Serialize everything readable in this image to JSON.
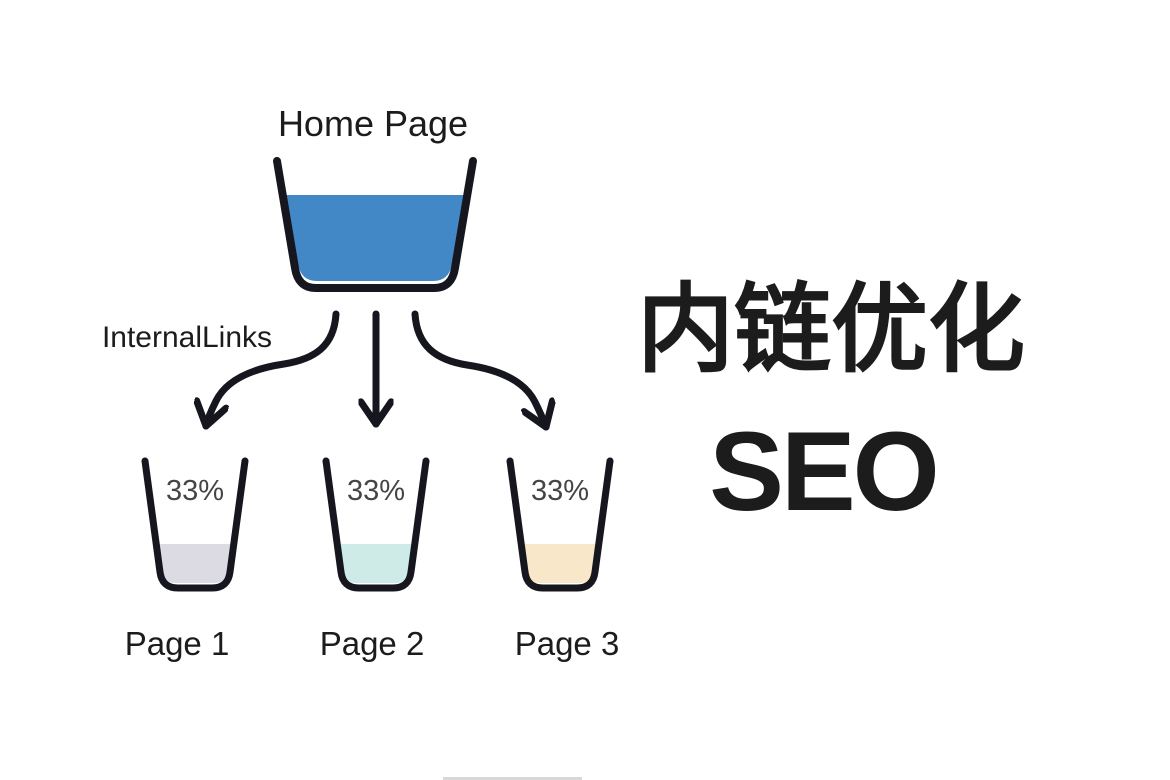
{
  "headline": {
    "title_cn": "内链优化",
    "subtitle": "SEO"
  },
  "bucket": {
    "label": "Home Page",
    "liquid_color": "#4287c6"
  },
  "links_label": "InternalLinks",
  "cups": [
    {
      "label": "Page 1",
      "value": "33%",
      "liquid_color": "#dcdae2"
    },
    {
      "label": "Page 2",
      "value": "33%",
      "liquid_color": "#cfebe7"
    },
    {
      "label": "Page 3",
      "value": "33%",
      "liquid_color": "#f8e7c8"
    }
  ],
  "colors": {
    "outline": "#16161e",
    "text": "#1c1c1c",
    "percent_text": "#454545",
    "background": "#ffffff",
    "footer_bar": "#d8d8d8"
  }
}
